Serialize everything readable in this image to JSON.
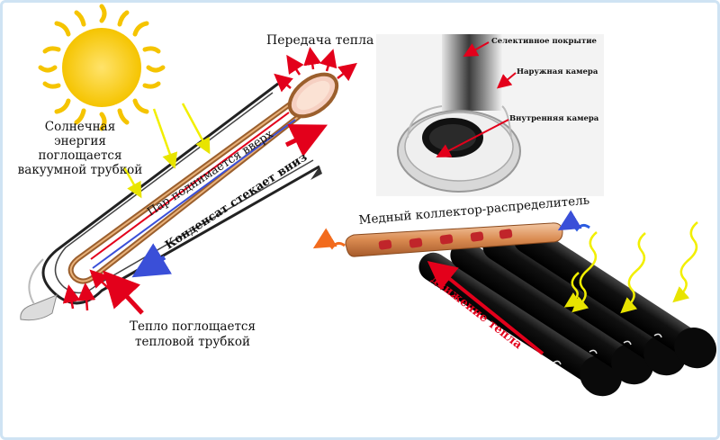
{
  "labels": {
    "heat_transfer": "Передача тепла",
    "solar_energy": "Солнечная энергия\nпоглощается\nвакуумной трубкой",
    "vapor_rises": "Пар поднимается вверх",
    "condensate_flows": "Конденсат стекает вниз",
    "heat_absorbed": "Тепло поглощается\nтепловой трубкой",
    "selective_coating": "Селективное покрытие",
    "outer_chamber": "Наружная камера",
    "inner_chamber": "Внутренняя камера",
    "copper_manifold": "Медный коллектор-распределитель",
    "heat_flow": "движение тепла"
  },
  "colors": {
    "sun": "#f5c400",
    "arrow_red": "#e3001b",
    "vapor_blue": "#3a4fd8",
    "copper": "#d98a50",
    "tube_black": "#111111",
    "sunray_yellow": "#f2ef00",
    "frame": "#cfe3f3"
  }
}
